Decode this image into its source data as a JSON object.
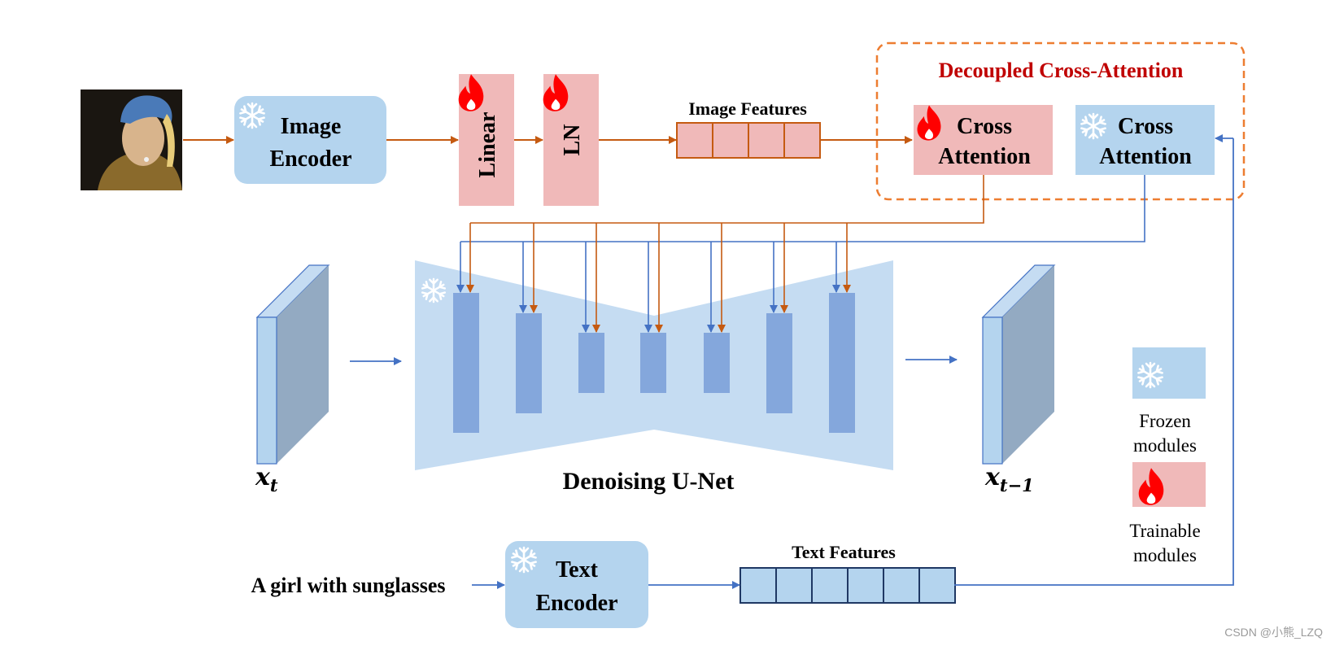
{
  "colors": {
    "frozen_fill": "#b4d4ee",
    "trainable_fill": "#f0b9b9",
    "unet_body": "#c5dcf2",
    "unet_block": "#84a7dc",
    "orange_line": "#c55a11",
    "blue_line": "#4472c4",
    "dashed_border": "#ed7d31",
    "title_red": "#c00000"
  },
  "icons": {
    "frozen": "snowflake-icon",
    "trainable": "flame-icon",
    "input_image": "portrait-image"
  },
  "modules": {
    "image_encoder": {
      "line1": "Image",
      "line2": "Encoder"
    },
    "linear": "Linear",
    "ln": "LN",
    "text_encoder": {
      "line1": "Text",
      "line2": "Encoder"
    }
  },
  "features": {
    "image_label": "Image Features",
    "image_token_count": 4,
    "text_label": "Text Features",
    "text_token_count": 6
  },
  "decoupled": {
    "title": "Decoupled Cross-Attention",
    "trainable_attn": {
      "line1": "Cross",
      "line2": "Attention"
    },
    "frozen_attn": {
      "line1": "Cross",
      "line2": "Attention"
    }
  },
  "unet": {
    "label": "Denoising U-Net"
  },
  "latents": {
    "input": "x",
    "input_sub": "t",
    "output": "x",
    "output_sub": "t−1"
  },
  "prompt": "A girl with sunglasses",
  "legend": {
    "frozen": {
      "line1": "Frozen",
      "line2": "modules"
    },
    "trainable": {
      "line1": "Trainable",
      "line2": "modules"
    }
  },
  "watermark": "CSDN @小熊_LZQ"
}
